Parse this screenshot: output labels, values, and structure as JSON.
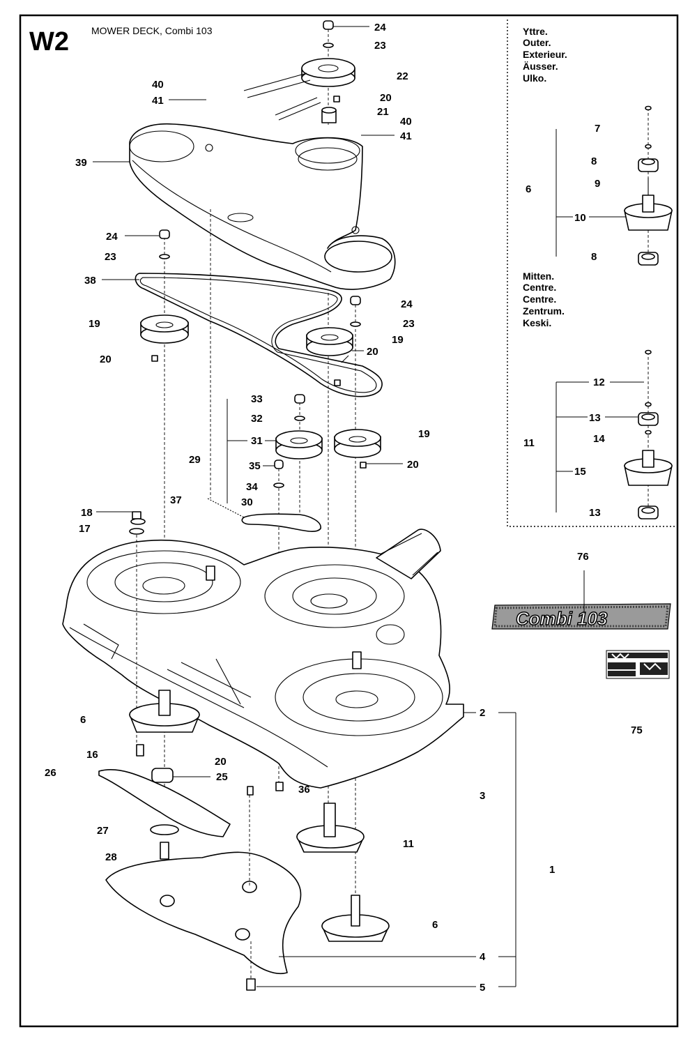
{
  "page": {
    "code": "W2",
    "title": "MOWER DECK, Combi 103"
  },
  "outer_group": {
    "lines": [
      "Yttre.",
      "Outer.",
      "Exterieur.",
      "Äusser.",
      "Ulko."
    ]
  },
  "center_group": {
    "lines": [
      "Mitten.",
      "Centre.",
      "Centre.",
      "Zentrum.",
      "Keski."
    ]
  },
  "decal": {
    "text": "Combi 103"
  },
  "callouts": {
    "c24a": "24",
    "c23a": "23",
    "c22": "22",
    "c20a": "20",
    "c21": "21",
    "c40a": "40",
    "c41a": "41",
    "c40b": "40",
    "c41b": "41",
    "c39": "39",
    "c24b": "24",
    "c23b": "23",
    "c38": "38",
    "c19a": "19",
    "c20b": "20",
    "c24c": "24",
    "c23c": "23",
    "c19b": "19",
    "c20c": "20",
    "c33": "33",
    "c32": "32",
    "c31": "31",
    "c29": "29",
    "c35": "35",
    "c34": "34",
    "c30": "30",
    "c37": "37",
    "c19c": "19",
    "c20d": "20",
    "c18": "18",
    "c17": "17",
    "c6a": "6",
    "c16": "16",
    "c26": "26",
    "c20e": "20",
    "c25": "25",
    "c27": "27",
    "c28": "28",
    "c36": "36",
    "c2": "2",
    "c3": "3",
    "c11a": "11",
    "c1": "1",
    "c6b": "6",
    "c4": "4",
    "c5": "5",
    "c75": "75",
    "c76": "76",
    "i7": "7",
    "i8a": "8",
    "i9": "9",
    "i6": "6",
    "i10": "10",
    "i8b": "8",
    "i12": "12",
    "i13a": "13",
    "i14": "14",
    "i11": "11",
    "i15": "15",
    "i13b": "13"
  }
}
